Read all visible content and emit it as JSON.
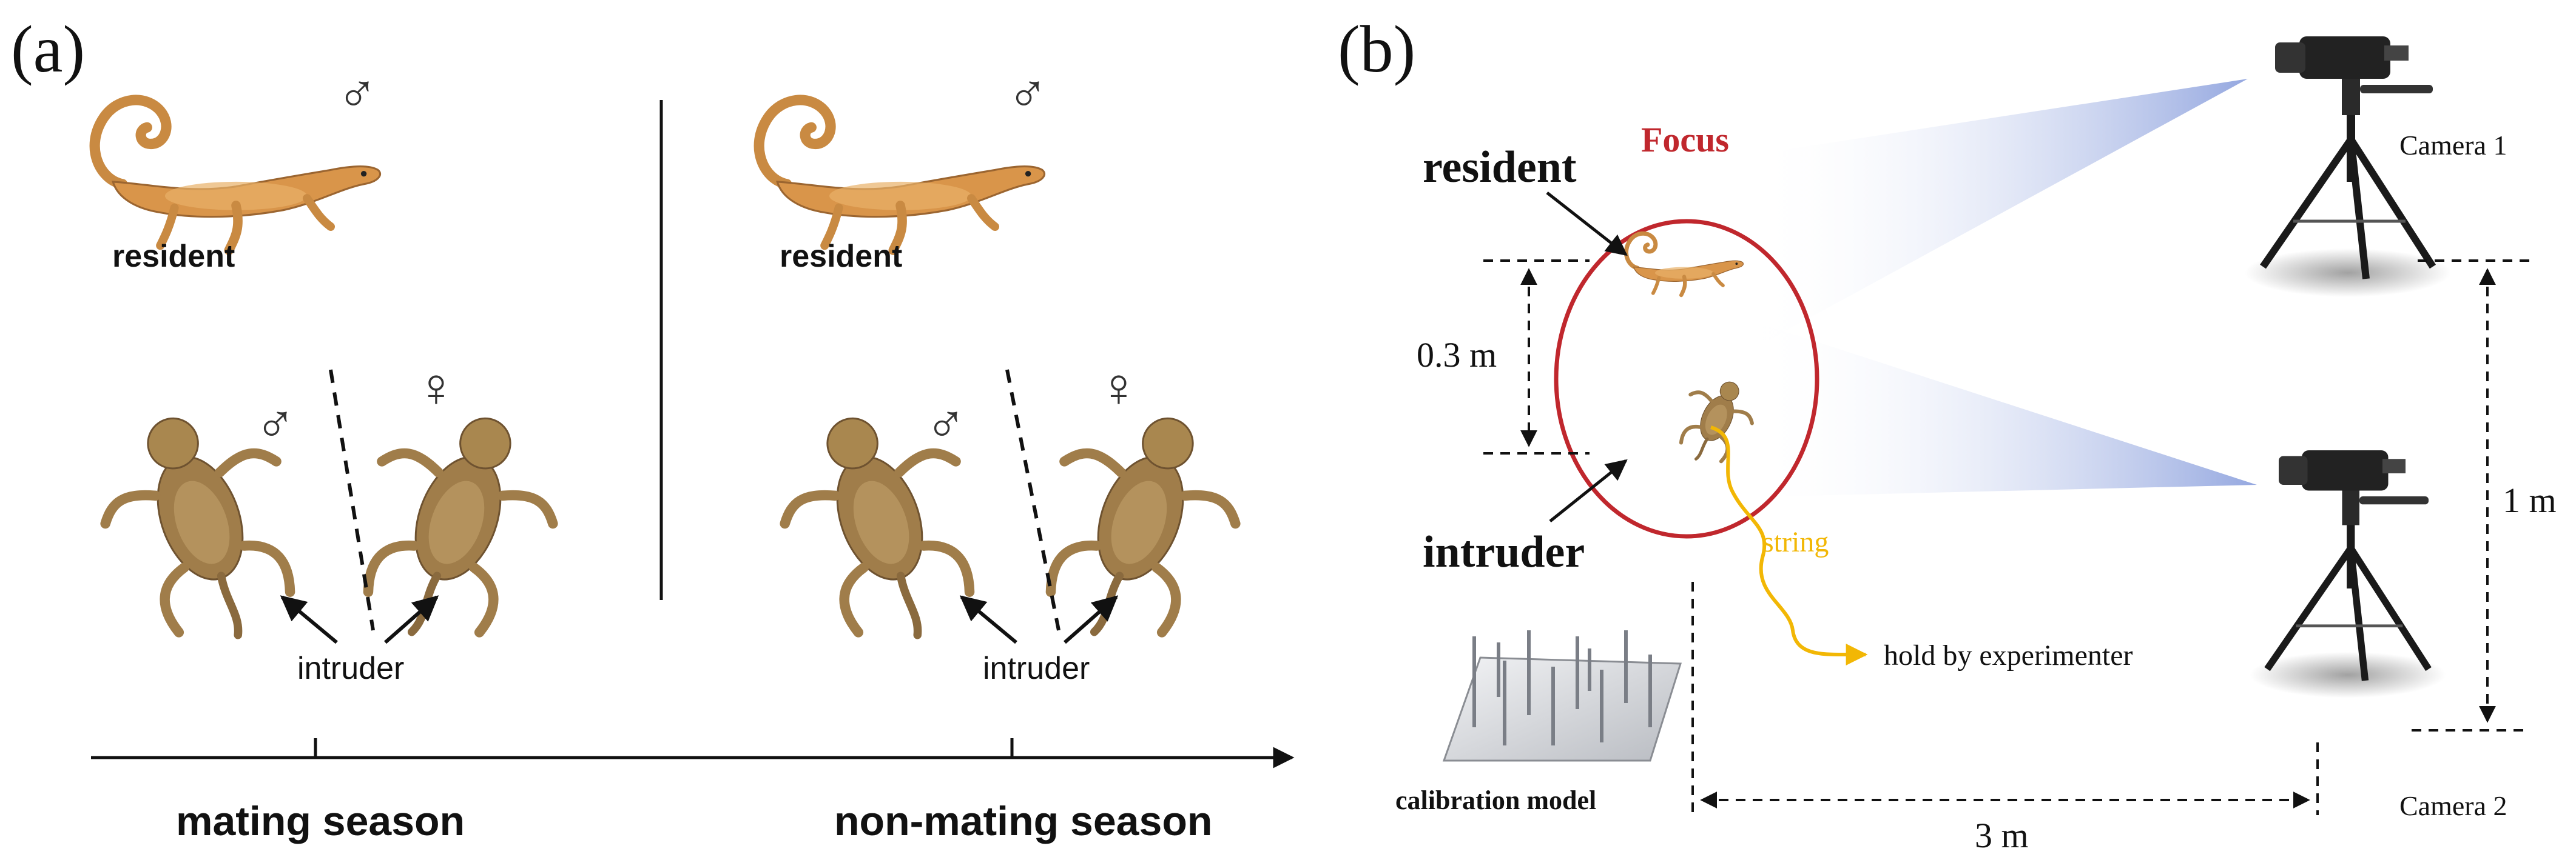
{
  "panel_a": {
    "label": "(a)",
    "male_symbol": "♂",
    "female_symbol": "♀",
    "resident_label": "resident",
    "intruder_label": "intruder",
    "timeline": {
      "mating_label": "mating season",
      "non_mating_label": "non-mating season"
    }
  },
  "panel_b": {
    "label": "(b)",
    "focus_label": "Focus",
    "resident_label": "resident",
    "intruder_label": "intruder",
    "string_label": "string",
    "hold_label": "hold by experimenter",
    "calibration_label": "calibration model",
    "camera1_label": "Camera 1",
    "camera2_label": "Camera 2",
    "dim_vertical_small": "0.3 m",
    "dim_vertical_large": "1 m",
    "dim_horizontal": "3 m"
  },
  "colors": {
    "focus_ellipse": "#c0272d",
    "string": "#f2b705",
    "lizard_orange": "#d9954a",
    "lizard_brown": "#8a6a3e",
    "beam": "#8fa3de"
  }
}
